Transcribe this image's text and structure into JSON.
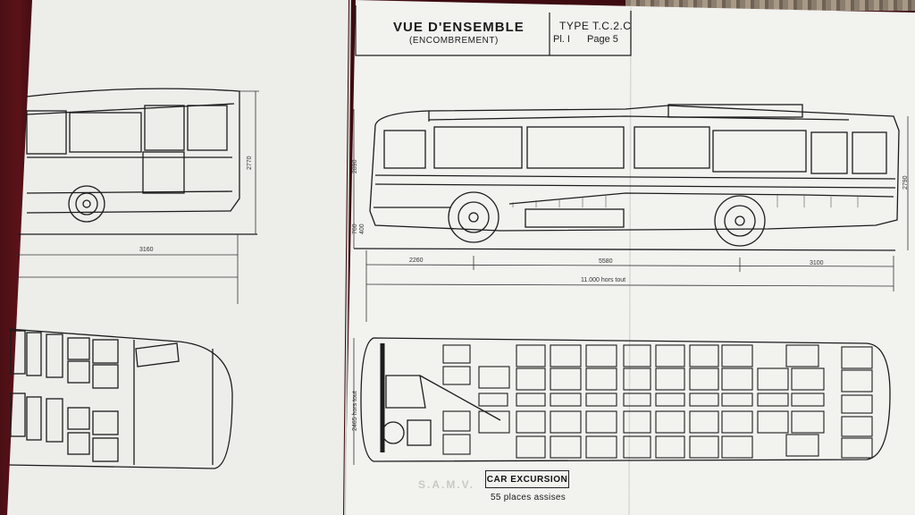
{
  "sheet": {
    "title": "VUE D'ENSEMBLE",
    "subtitle": "(ENCOMBREMENT)",
    "type_label": "TYPE  T.C.2.C",
    "plate": "Pl. I",
    "page": "Page 5"
  },
  "dimensions": {
    "left_height": "2770",
    "left_length": "3160",
    "front_overhang": "2260",
    "wheelbase": "5580",
    "rear_overhang": "3100",
    "overall_length": "11.000 hors tout",
    "height_upper": "2890",
    "height_lower": "760",
    "ground": "400",
    "right_height": "2790",
    "width": "2465 hors tout"
  },
  "caption": {
    "model": "CAR EXCURSION",
    "seats": "55 places assises"
  },
  "stamp": "S.A.M.V.",
  "colors": {
    "paper": "#f1f1ee",
    "ink": "#1c1c1c",
    "background": "#4a0f14"
  }
}
